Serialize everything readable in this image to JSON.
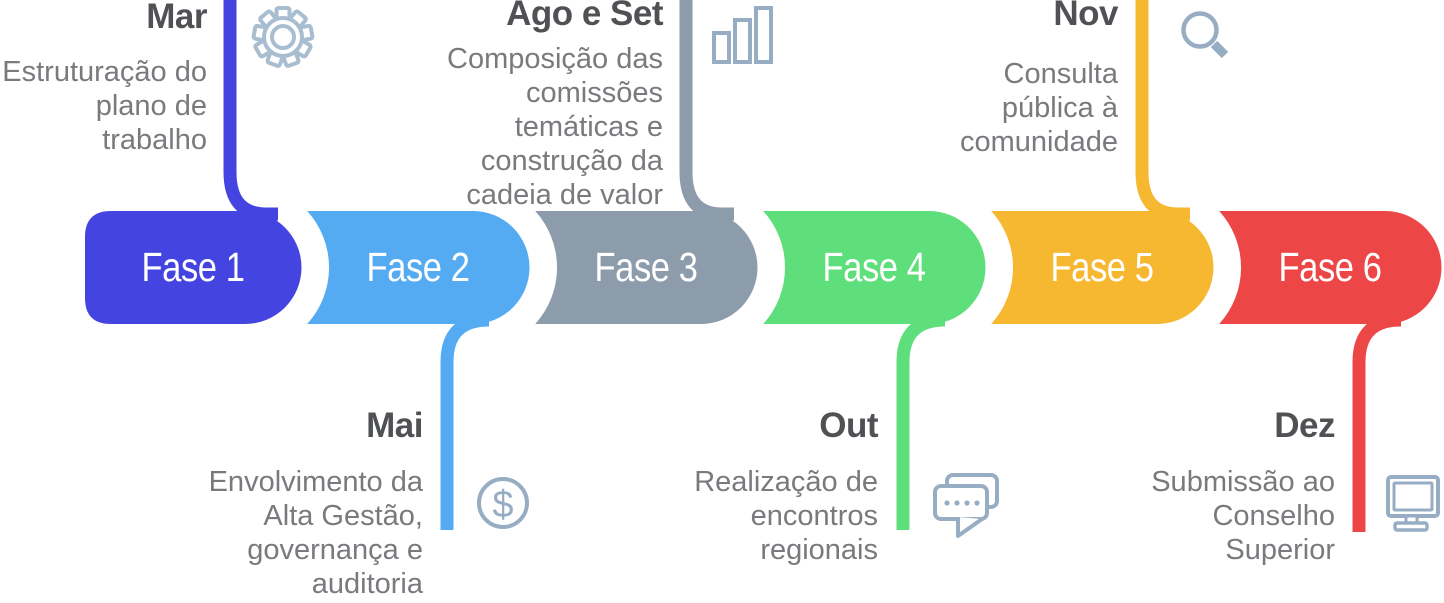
{
  "title": "Timeline de fases (Mar–Dez)",
  "background_color": "#FFFFFF",
  "icon_color": "#97ADC4",
  "gear_color": "#A9BDD0",
  "dollar_glyph": "$",
  "text_colors": {
    "month": "#4F5155",
    "description": "#797A7E",
    "phase_label": "#FFFFFF"
  },
  "phases": [
    {
      "label": "Fase 1",
      "color": "#4444E0",
      "month": "Mar",
      "month_position": "top",
      "icon": "gear-icon",
      "description": "Estruturação do\nplano de\ntrabalho"
    },
    {
      "label": "Fase 2",
      "color": "#55ABF2",
      "month": "Mai",
      "month_position": "bottom",
      "icon": "dollar-icon",
      "description": "Envolvimento da\nAlta Gestão,\ngovernança e\nauditoria"
    },
    {
      "label": "Fase 3",
      "color": "#8D9CAB",
      "month": "Ago e Set",
      "month_position": "top",
      "icon": "bar-chart-icon",
      "description": "Composição das\ncomissões\ntemáticas e\nconstrução da\ncadeia de valor"
    },
    {
      "label": "Fase 4",
      "color": "#5FDE7C",
      "month": "Out",
      "month_position": "bottom",
      "icon": "speech-bubble-icon",
      "description": "Realização de\nencontros\nregionais"
    },
    {
      "label": "Fase 5",
      "color": "#F6B831",
      "month": "Nov",
      "month_position": "top",
      "icon": "magnifier-icon",
      "description": "Consulta\npública à\ncomunidade"
    },
    {
      "label": "Fase 6",
      "color": "#EC4646",
      "month": "Dez",
      "month_position": "bottom",
      "icon": "monitor-icon",
      "description": "Submissão ao\nConselho\nSuperior"
    }
  ]
}
